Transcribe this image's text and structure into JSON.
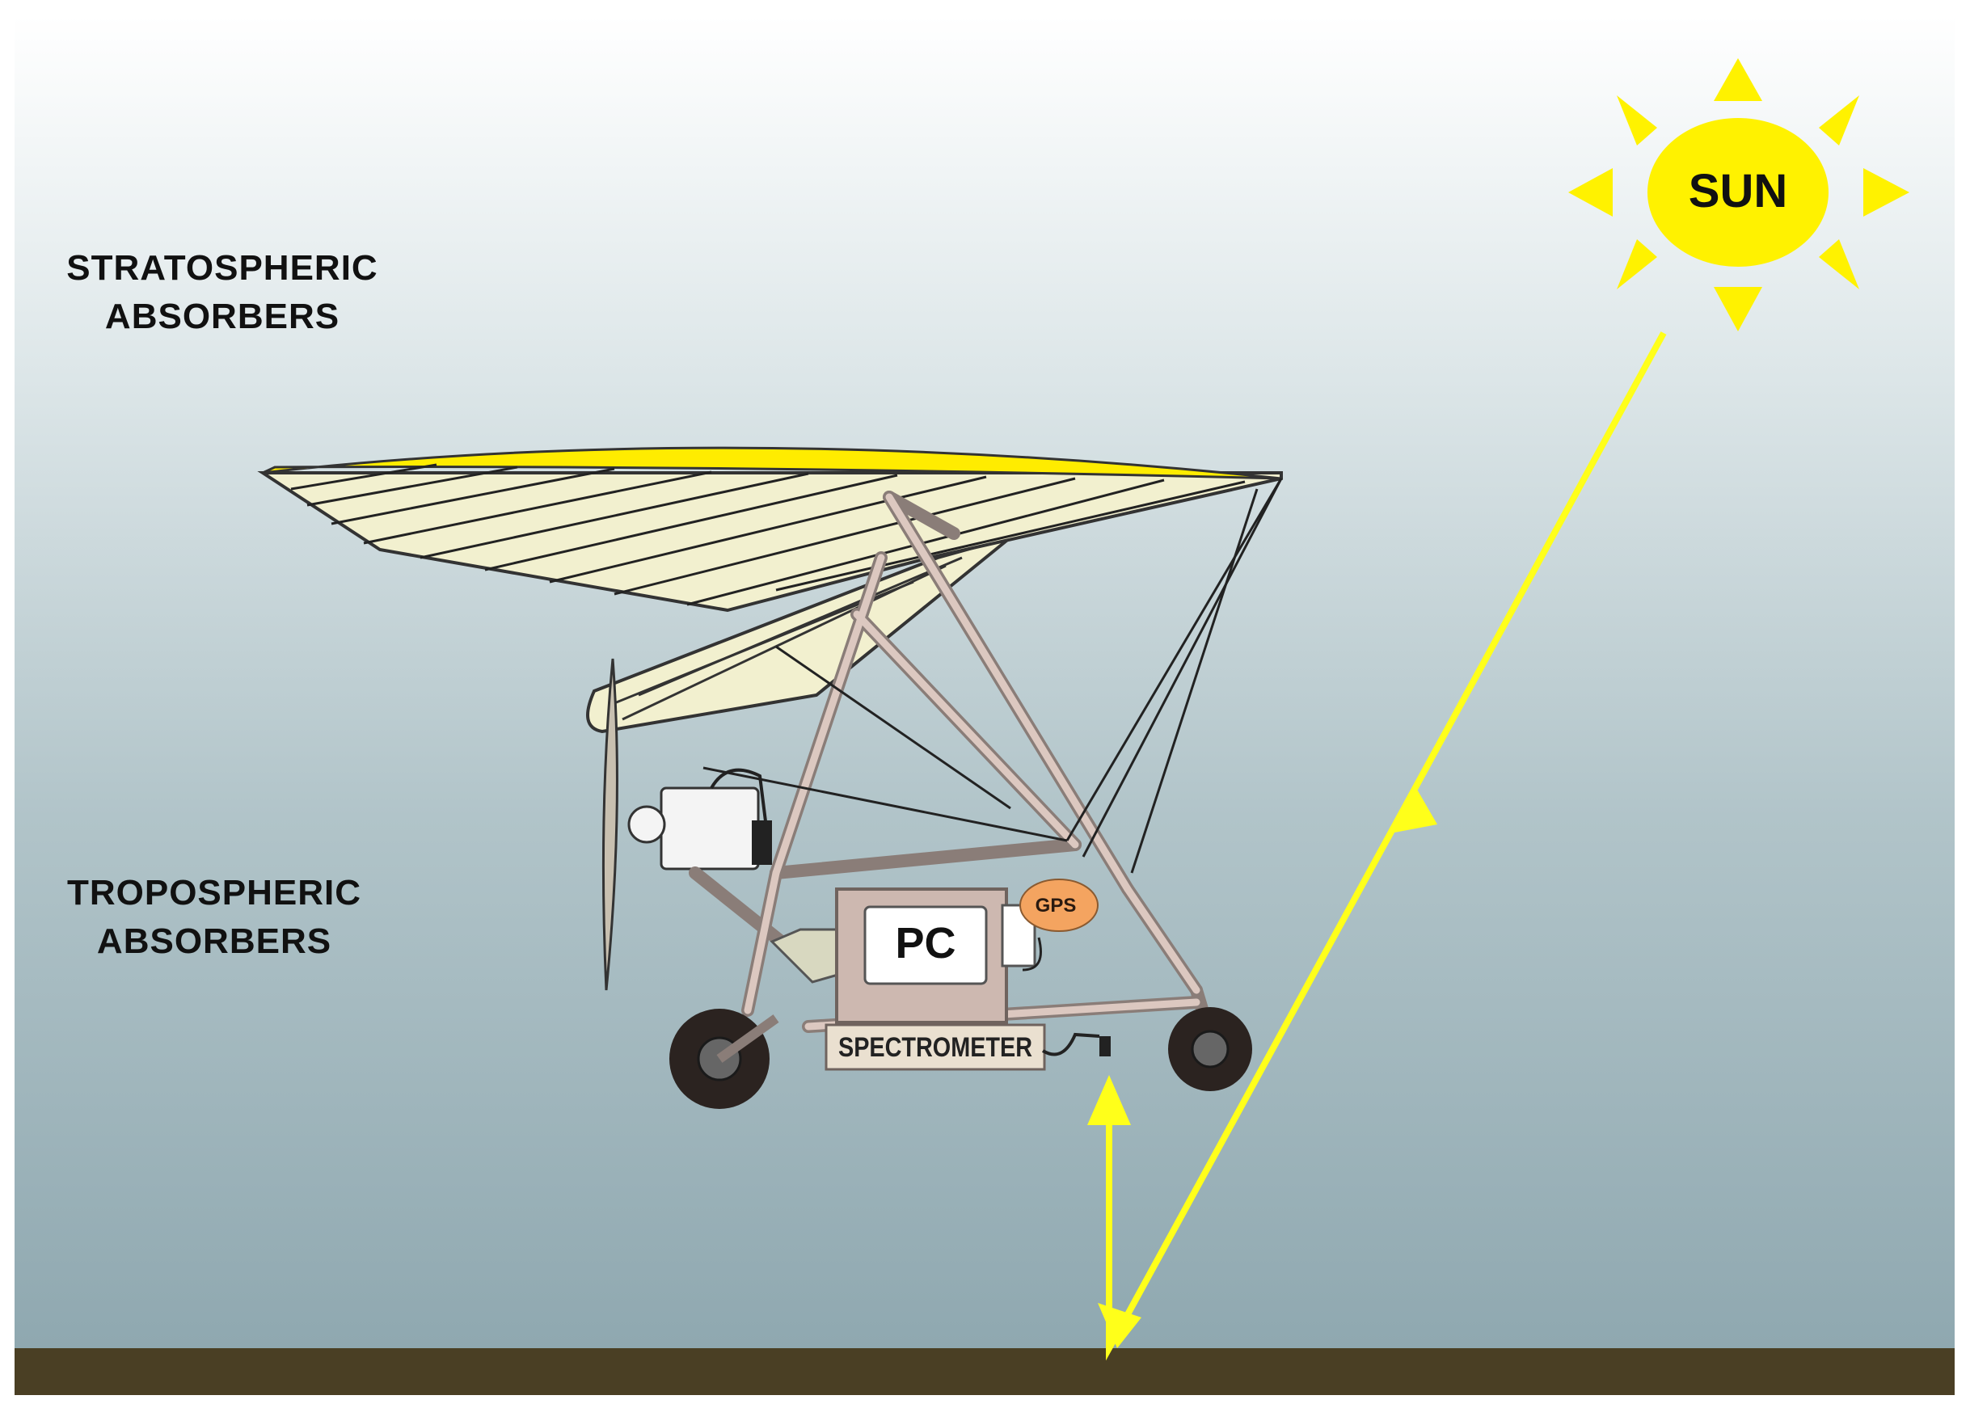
{
  "labels": {
    "stratospheric": [
      "STRATOSPHERIC",
      "ABSORBERS"
    ],
    "tropospheric": [
      "TROPOSPHERIC",
      "ABSORBERS"
    ],
    "sun": "SUN",
    "pc": "PC",
    "gps": "GPS",
    "spectrometer": "SPECTROMETER"
  },
  "colors": {
    "sky_top": "#ffffff",
    "sky_bottom": "#8fa8b0",
    "ground": "#4a3f24",
    "sun": "#fff200",
    "light_path": "#ffff1a",
    "wing_fill": "#f2f0cf",
    "wing_edge": "#ffec00",
    "frame": "#cdb8b0",
    "gps": "#f4a460"
  }
}
